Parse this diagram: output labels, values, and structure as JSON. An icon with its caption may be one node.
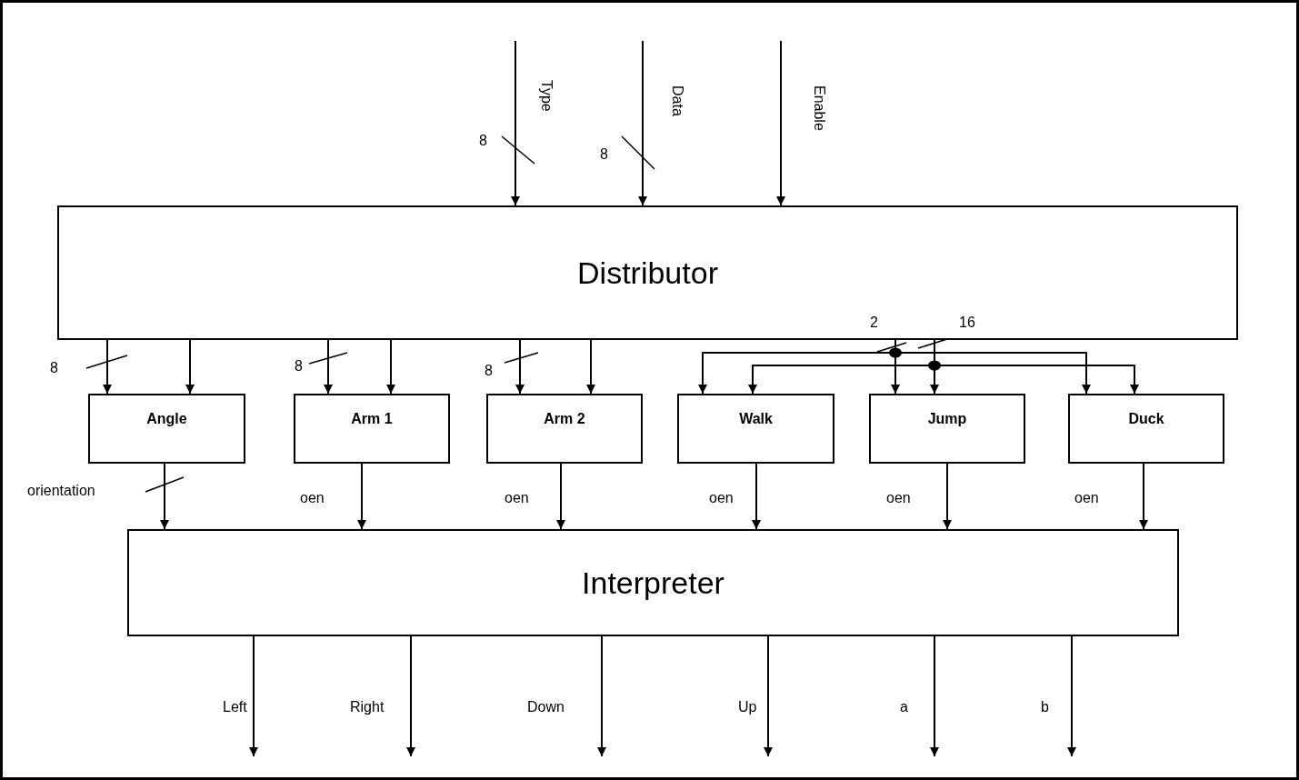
{
  "diagram": {
    "nodes": [
      {
        "text": [
          "Distributor"
        ]
      },
      {
        "text": [
          "Angle"
        ]
      },
      {
        "text": [
          "Arm 1"
        ]
      },
      {
        "text": [
          "Arm 2"
        ]
      },
      {
        "text": [
          "Walk"
        ]
      },
      {
        "text": [
          "Jump"
        ]
      },
      {
        "text": [
          "Duck"
        ]
      },
      {
        "text": [
          "Interpreter"
        ]
      }
    ],
    "edges": [
      {
        "from": null,
        "to": 0,
        "arrow": "to",
        "label": "Type"
      },
      {
        "from": null,
        "to": 0,
        "arrow": "to",
        "label": "Data"
      },
      {
        "from": null,
        "to": 0,
        "arrow": "to",
        "label": "Enable"
      },
      {
        "from": 0,
        "to": 1,
        "arrow": "to"
      },
      {
        "from": 0,
        "to": 1,
        "arrow": "to"
      },
      {
        "from": 0,
        "to": 2,
        "arrow": "to"
      },
      {
        "from": 0,
        "to": 2,
        "arrow": "to"
      },
      {
        "from": 0,
        "to": 3,
        "arrow": "to"
      },
      {
        "from": 0,
        "to": 3,
        "arrow": "to"
      },
      {
        "from": 0,
        "to": 4,
        "arrow": "to"
      },
      {
        "from": 0,
        "to": 5,
        "arrow": "to"
      },
      {
        "from": 0,
        "to": 6,
        "arrow": "to"
      },
      {
        "from": 0,
        "to": 4,
        "arrow": "to"
      },
      {
        "from": 0,
        "to": 5,
        "arrow": "to"
      },
      {
        "from": 0,
        "to": 6,
        "arrow": "to"
      },
      {
        "from": 1,
        "to": 7,
        "arrow": "to",
        "label": "orientation"
      },
      {
        "from": 2,
        "to": 7,
        "arrow": "to",
        "label": "oen"
      },
      {
        "from": 3,
        "to": 7,
        "arrow": "to",
        "label": "oen"
      },
      {
        "from": 4,
        "to": 7,
        "arrow": "to",
        "label": "oen"
      },
      {
        "from": 5,
        "to": 7,
        "arrow": "to",
        "label": "oen"
      },
      {
        "from": 6,
        "to": 7,
        "arrow": "to",
        "label": "oen"
      },
      {
        "from": 7,
        "to": null,
        "arrow": "to",
        "label": "Left"
      },
      {
        "from": 7,
        "to": null,
        "arrow": "to",
        "label": "Right"
      },
      {
        "from": 7,
        "to": null,
        "arrow": "to",
        "label": "Down"
      },
      {
        "from": 7,
        "to": null,
        "arrow": "to",
        "label": "Up"
      },
      {
        "from": 7,
        "to": null,
        "arrow": "to",
        "label": "a"
      },
      {
        "from": 7,
        "to": null,
        "arrow": "to",
        "label": "b"
      }
    ],
    "labels": [
      "8",
      "8",
      "8",
      "8",
      "8",
      "2",
      "16"
    ]
  }
}
